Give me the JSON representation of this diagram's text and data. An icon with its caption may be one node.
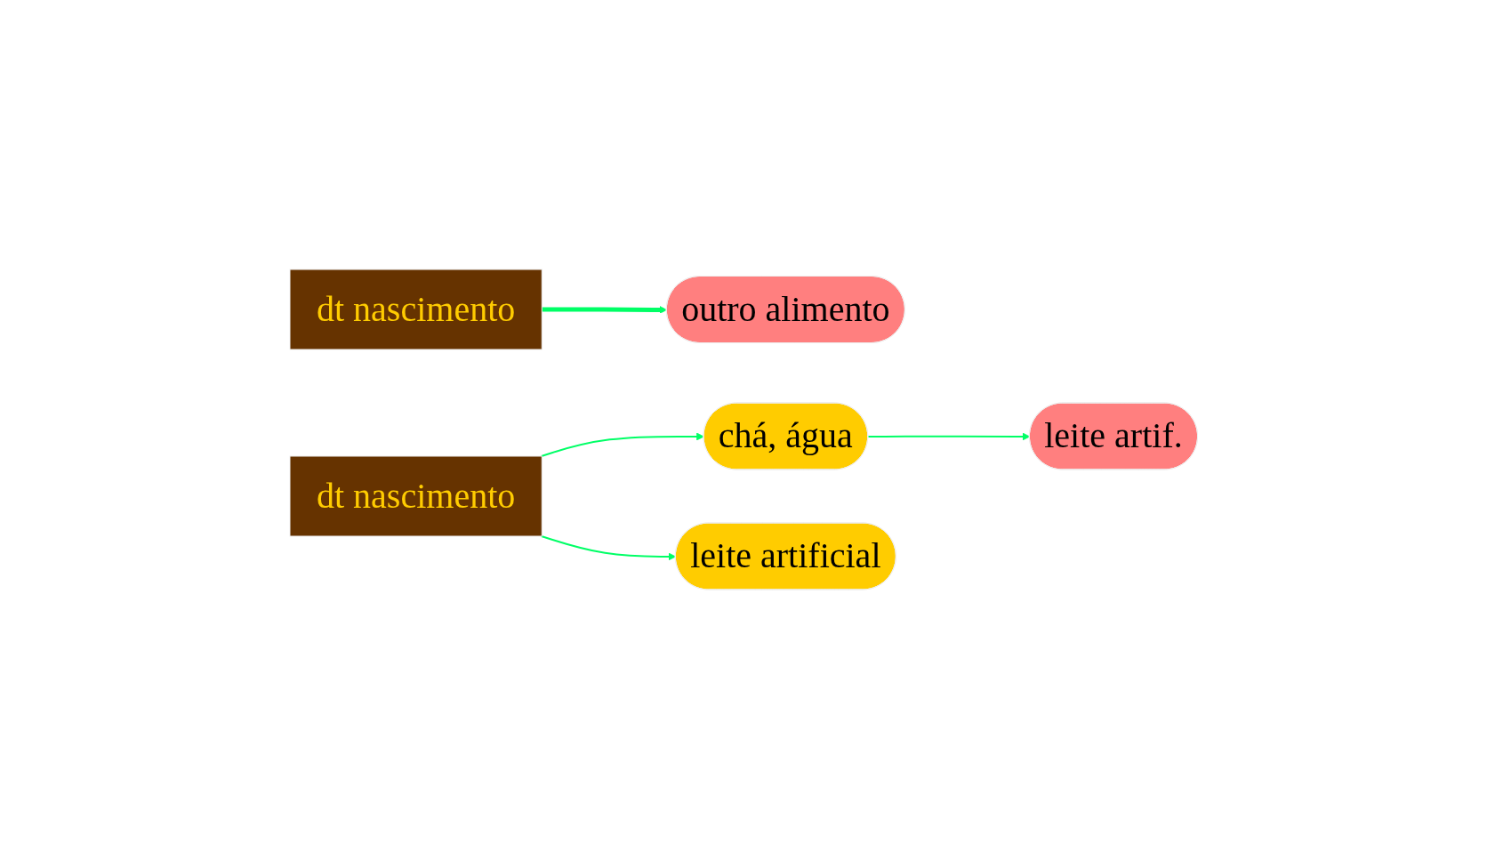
{
  "diagram": {
    "nodes": [
      {
        "text": [
          "dt nascimento"
        ]
      },
      {
        "text": [
          "outro alimento"
        ]
      },
      {
        "text": [
          "dt nascimento"
        ]
      },
      {
        "text": [
          "chá, água"
        ]
      },
      {
        "text": [
          "leite artif."
        ]
      },
      {
        "text": [
          "leite artificial"
        ]
      }
    ],
    "edges": [
      {
        "from": 0,
        "to": 1,
        "arrow": "to",
        "style": "thick"
      },
      {
        "from": 2,
        "to": 3,
        "arrow": "to"
      },
      {
        "from": 3,
        "to": 4,
        "arrow": "to"
      },
      {
        "from": 2,
        "to": 5,
        "arrow": "to"
      }
    ]
  }
}
